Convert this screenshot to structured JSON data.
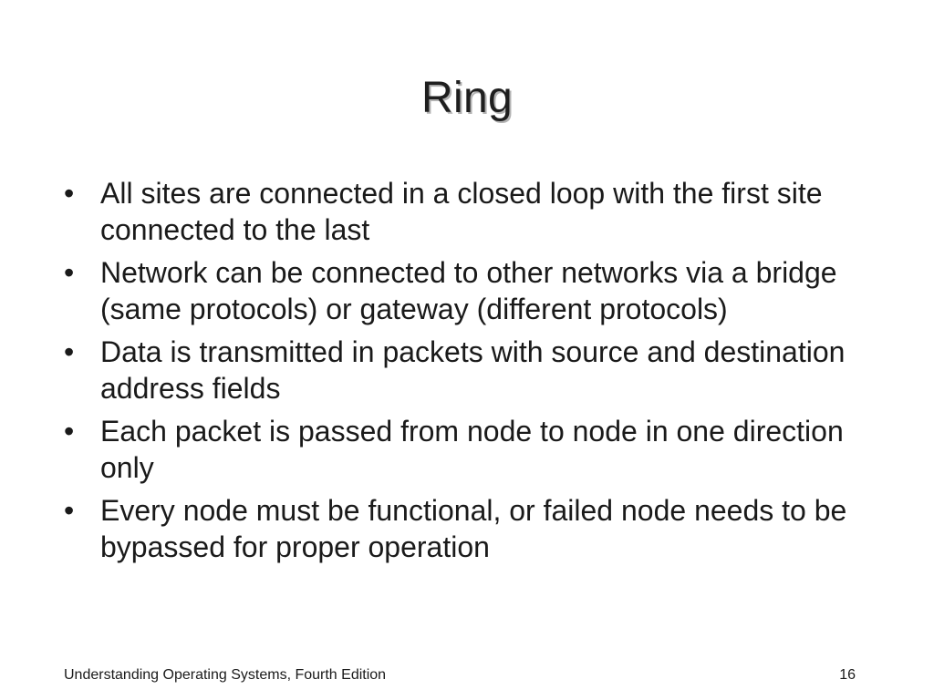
{
  "slide": {
    "title": "Ring",
    "bullets": [
      "All sites are connected in a closed loop with the first site connected to the last",
      "Network can be connected to other networks via a bridge (same protocols) or gateway (different protocols)",
      "Data is transmitted in packets with source and destination address fields",
      "Each packet is passed from node to node in one direction only",
      "Every node must be functional, or failed node needs to be bypassed for proper operation"
    ],
    "bullet_symbol": "•"
  },
  "footer": {
    "book_title": "Understanding Operating Systems, Fourth Edition",
    "page_number": "16"
  }
}
